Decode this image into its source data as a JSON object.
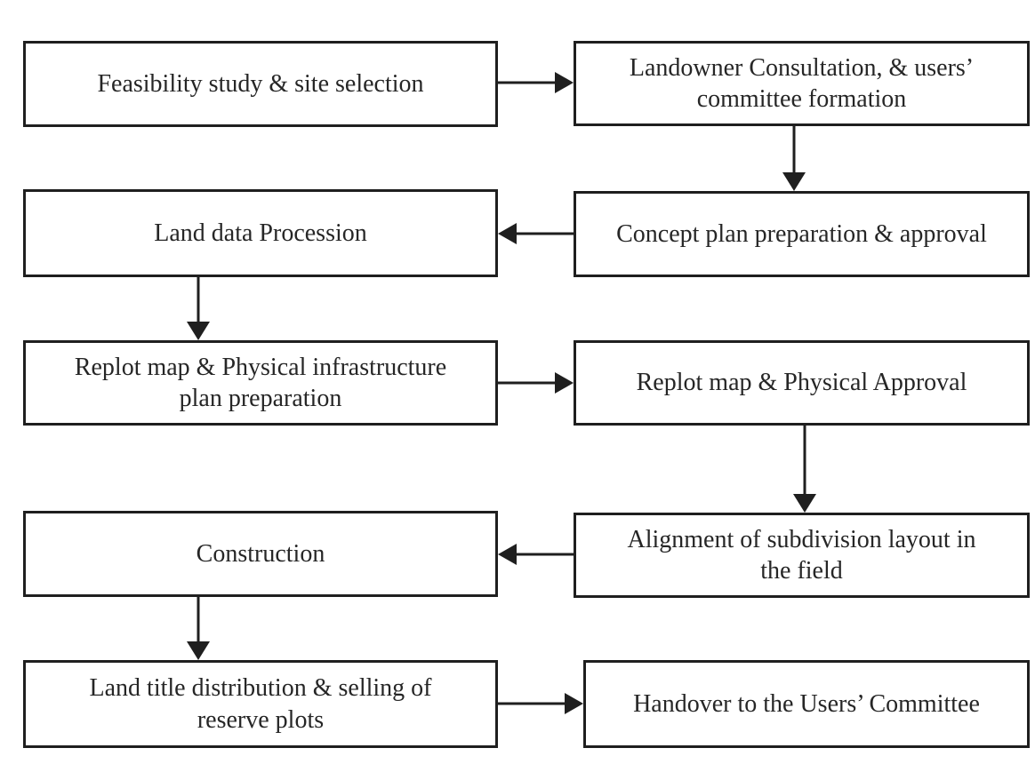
{
  "flowchart": {
    "type": "process-flow-diagram",
    "colors": {
      "ink": "#1f1f1f",
      "background": "#ffffff",
      "box_fill": "#ffffff"
    },
    "nodes": [
      {
        "id": "feasibility",
        "column": "left",
        "row": 1,
        "label": "Feasibility study & site selection"
      },
      {
        "id": "landowner",
        "column": "right",
        "row": 1,
        "label": "Landowner Consultation, & users’\ncommittee formation"
      },
      {
        "id": "land-data",
        "column": "left",
        "row": 2,
        "label": "Land data Procession"
      },
      {
        "id": "concept-plan",
        "column": "right",
        "row": 2,
        "label": "Concept plan preparation & approval"
      },
      {
        "id": "replot-prep",
        "column": "left",
        "row": 3,
        "label": "Replot map & Physical infrastructure\nplan preparation"
      },
      {
        "id": "replot-appr",
        "column": "right",
        "row": 3,
        "label": "Replot map & Physical Approval"
      },
      {
        "id": "construction",
        "column": "left",
        "row": 4,
        "label": "Construction"
      },
      {
        "id": "alignment",
        "column": "right",
        "row": 4,
        "label": "Alignment of subdivision layout in\nthe field"
      },
      {
        "id": "land-title",
        "column": "left",
        "row": 5,
        "label": "Land title distribution & selling of\nreserve plots"
      },
      {
        "id": "handover",
        "column": "right",
        "row": 5,
        "label": "Handover to the Users’ Committee"
      }
    ],
    "edges": [
      {
        "from": "feasibility",
        "to": "landowner",
        "direction": "right"
      },
      {
        "from": "landowner",
        "to": "concept-plan",
        "direction": "down"
      },
      {
        "from": "concept-plan",
        "to": "land-data",
        "direction": "left"
      },
      {
        "from": "land-data",
        "to": "replot-prep",
        "direction": "down"
      },
      {
        "from": "replot-prep",
        "to": "replot-appr",
        "direction": "right"
      },
      {
        "from": "replot-appr",
        "to": "alignment",
        "direction": "down"
      },
      {
        "from": "alignment",
        "to": "construction",
        "direction": "left"
      },
      {
        "from": "construction",
        "to": "land-title",
        "direction": "down"
      },
      {
        "from": "land-title",
        "to": "handover",
        "direction": "right"
      }
    ]
  }
}
